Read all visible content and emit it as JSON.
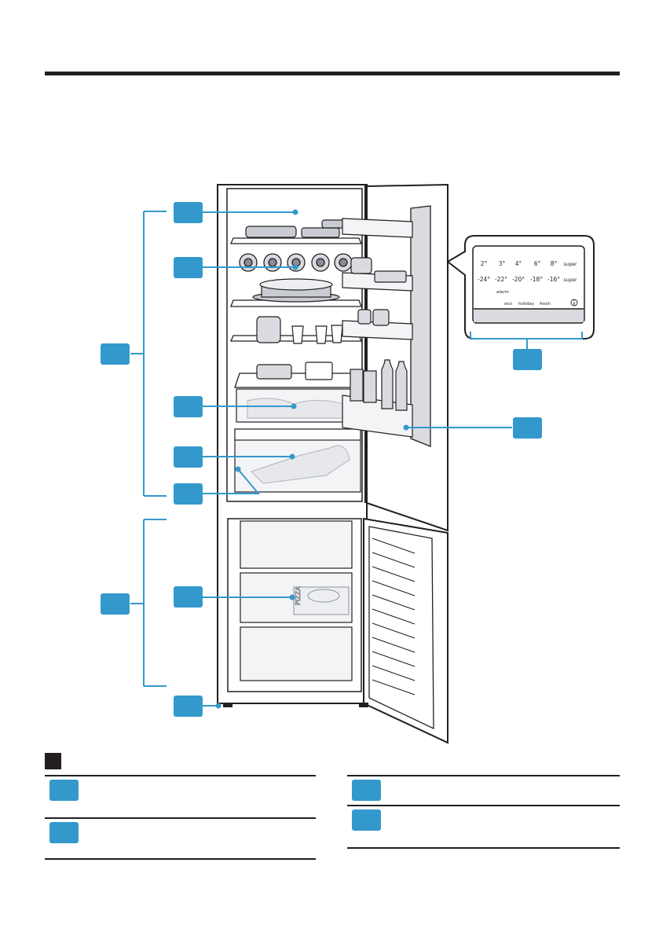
{
  "document": {
    "title": "",
    "figure": {
      "subject": "fridge-freezer with open doors",
      "fridge_labels": [
        "",
        "",
        "",
        "",
        "",
        ""
      ],
      "freezer_labels": [
        "",
        "",
        ""
      ],
      "door_labels": [
        ""
      ],
      "display_panel_label": "",
      "display_panel": {
        "fridge_temps": [
          "2°",
          "3°",
          "4°",
          "6°",
          "8°",
          "super"
        ],
        "freezer_temps": [
          "-24°",
          "-22°",
          "-20°",
          "-18°",
          "-16°",
          "super"
        ],
        "alarm": "alarm",
        "modes": [
          "eco",
          "holiday",
          "fresh"
        ],
        "info_icon": "info-icon"
      },
      "freezer_food": {
        "pizza_box": "PIZZA"
      }
    },
    "legend": {
      "left": [
        {
          "label": "",
          "description": ""
        },
        {
          "label": "",
          "description": ""
        }
      ],
      "right": [
        {
          "label": "",
          "description": ""
        },
        {
          "label": "",
          "description": ""
        }
      ]
    },
    "colors": {
      "callout_blue": "#3399cc",
      "rule_black": "#231f20",
      "panel_grey": "#d9dbe0"
    }
  }
}
